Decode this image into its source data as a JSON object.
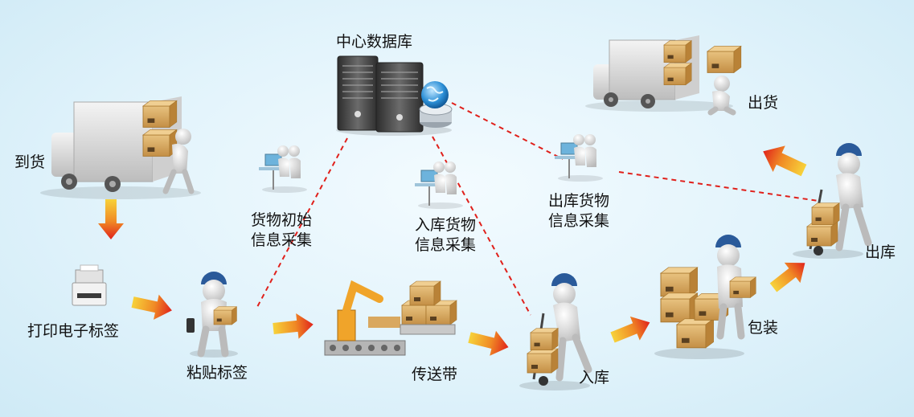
{
  "labels": {
    "database": "中心数据库",
    "arrival": "到货",
    "print_label": "打印电子标签",
    "attach_label": "粘贴标签",
    "conveyor": "传送带",
    "warehouse_in": "入库",
    "packing": "包装",
    "warehouse_out": "出库",
    "shipping": "出货",
    "initial_info_line1": "货物初始",
    "initial_info_line2": "信息采集",
    "in_info_line1": "入库货物",
    "in_info_line2": "信息采集",
    "out_info_line1": "出库货物",
    "out_info_line2": "信息采集"
  },
  "colors": {
    "background": "#dcf0f9",
    "dashed_link": "#e0201b",
    "flow_arrow": "#e8421c",
    "cap": "#2a5a9a",
    "box": "#d9a85f"
  }
}
